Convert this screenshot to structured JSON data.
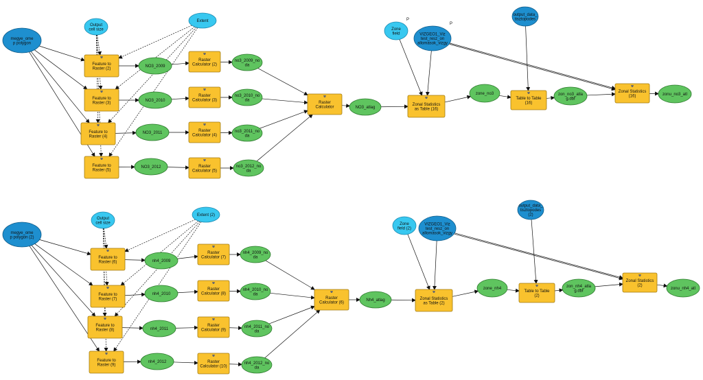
{
  "nodes": {
    "i1": {
      "label": "megye_ome\np polygon",
      "kind": "input"
    },
    "c1": {
      "label": "Output\ncell size",
      "kind": "param"
    },
    "e1": {
      "label": "Extent",
      "kind": "param"
    },
    "f1": {
      "label": "Feature to\nRaster (2)",
      "kind": "process"
    },
    "f2": {
      "label": "Feature to\nRaster (3)",
      "kind": "process"
    },
    "f3": {
      "label": "Feature to\nRaster (4)",
      "kind": "process"
    },
    "f4": {
      "label": "Feature to\nRaster (5)",
      "kind": "process"
    },
    "o1": {
      "label": "NO3_2009",
      "kind": "output"
    },
    "o2": {
      "label": "NO3_2010",
      "kind": "output"
    },
    "o3": {
      "label": "NO3_2011",
      "kind": "output"
    },
    "o4": {
      "label": "NO3_2012",
      "kind": "output"
    },
    "r1": {
      "label": "Raster\nCalculator (2)",
      "kind": "process"
    },
    "r2": {
      "label": "Raster\nCalculator (3)",
      "kind": "process"
    },
    "r3": {
      "label": "Raster\nCalculator (4)",
      "kind": "process"
    },
    "r4": {
      "label": "Raster\nCalculator (5)",
      "kind": "process"
    },
    "n1": {
      "label": "no3_2009_no\nda",
      "kind": "output"
    },
    "n2": {
      "label": "no3_2010_no\nda",
      "kind": "output"
    },
    "n3": {
      "label": "no3_2011_no\nda",
      "kind": "output"
    },
    "n4": {
      "label": "no3_2012_no\nda",
      "kind": "output"
    },
    "rc": {
      "label": "Raster\nCalculator",
      "kind": "process"
    },
    "av": {
      "label": "NO3_atlag",
      "kind": "output"
    },
    "zf": {
      "label": "Zone\nfield",
      "kind": "param"
    },
    "vz": {
      "label": "VIZGEO1_Viz\ntest_resz_on\nallomasok_vizgy",
      "kind": "input"
    },
    "zt": {
      "label": "Zonal Statistics\nas Table (16)",
      "kind": "process"
    },
    "zo": {
      "label": "zone_no3",
      "kind": "output"
    },
    "od": {
      "label": "output_data_\ntisztopodes",
      "kind": "input"
    },
    "tt": {
      "label": "Table to Table\n(16)",
      "kind": "process"
    },
    "zd": {
      "label": "zon_no3_atla\ng.dbf",
      "kind": "output"
    },
    "zs": {
      "label": "Zonal Statistics\n(16)",
      "kind": "process"
    },
    "za": {
      "label": "zonu_no3_atl",
      "kind": "output"
    },
    "I1": {
      "label": "megye_ome\np polygon (2)",
      "kind": "input"
    },
    "C1": {
      "label": "Output\ncell size",
      "kind": "param"
    },
    "E1": {
      "label": "Extent (2)",
      "kind": "param"
    },
    "F1": {
      "label": "Feature to\nRaster (6)",
      "kind": "process"
    },
    "F2": {
      "label": "Feature to\nRaster (7)",
      "kind": "process"
    },
    "F3": {
      "label": "Feature to\nRaster (8)",
      "kind": "process"
    },
    "F4": {
      "label": "Feature to\nRaster (9)",
      "kind": "process"
    },
    "O1": {
      "label": "nh4_2009",
      "kind": "output"
    },
    "O2": {
      "label": "nh4_2010",
      "kind": "output"
    },
    "O3": {
      "label": "nh4_2011",
      "kind": "output"
    },
    "O4": {
      "label": "nh4_2012",
      "kind": "output"
    },
    "R1": {
      "label": "Raster\nCalculator (7)",
      "kind": "process"
    },
    "R2": {
      "label": "Raster\nCalculator (8)",
      "kind": "process"
    },
    "R3": {
      "label": "Raster\nCalculator (9)",
      "kind": "process"
    },
    "R4": {
      "label": "Raster\nCalculator (10)",
      "kind": "process"
    },
    "N1": {
      "label": "nh4_2009_no\nda",
      "kind": "output"
    },
    "N2": {
      "label": "nh4_2010_no\nda",
      "kind": "output"
    },
    "N3": {
      "label": "nh4_2011_no\nda",
      "kind": "output"
    },
    "N4": {
      "label": "nh4_2012_no\nda",
      "kind": "output"
    },
    "RC": {
      "label": "Raster\nCalculator (6)",
      "kind": "process"
    },
    "AV": {
      "label": "Nh4_atlag",
      "kind": "output"
    },
    "ZF": {
      "label": "Zone\nfield (2)",
      "kind": "param"
    },
    "VZ": {
      "label": "VIZGEO1_Viz\ntest_resz_on\nallomasok_vizgy",
      "kind": "input"
    },
    "ZT": {
      "label": "Zonal Statistics\nas Table (2)",
      "kind": "process"
    },
    "ZO": {
      "label": "zone_nh4",
      "kind": "output"
    },
    "OD": {
      "label": "output_data_\ntisztopodes\n(2)",
      "kind": "input"
    },
    "TT": {
      "label": "Table to Table\n(2)",
      "kind": "process"
    },
    "ZD": {
      "label": "zon_nh4_atla\ng.dbf",
      "kind": "output"
    },
    "ZS": {
      "label": "Zonal Statistics\n(2)",
      "kind": "process"
    },
    "ZA": {
      "label": "zonu_nh4_atl",
      "kind": "output"
    }
  },
  "edges": [
    [
      "i1",
      "f1"
    ],
    [
      "i1",
      "f2"
    ],
    [
      "i1",
      "f3"
    ],
    [
      "i1",
      "f4"
    ],
    [
      "c1",
      "f1",
      1
    ],
    [
      "c1",
      "f2",
      1
    ],
    [
      "c1",
      "f3",
      1
    ],
    [
      "c1",
      "f4",
      1
    ],
    [
      "e1",
      "f1",
      1
    ],
    [
      "e1",
      "f2",
      1
    ],
    [
      "e1",
      "f3",
      1
    ],
    [
      "e1",
      "f4",
      1
    ],
    [
      "f1",
      "o1"
    ],
    [
      "f2",
      "o2"
    ],
    [
      "f3",
      "o3"
    ],
    [
      "f4",
      "o4"
    ],
    [
      "o1",
      "r1"
    ],
    [
      "o2",
      "r2"
    ],
    [
      "o3",
      "r3"
    ],
    [
      "o4",
      "r4"
    ],
    [
      "r1",
      "n1"
    ],
    [
      "r2",
      "n2"
    ],
    [
      "r3",
      "n3"
    ],
    [
      "r4",
      "n4"
    ],
    [
      "n1",
      "rc"
    ],
    [
      "n2",
      "rc"
    ],
    [
      "n3",
      "rc"
    ],
    [
      "n4",
      "rc"
    ],
    [
      "rc",
      "av"
    ],
    [
      "av",
      "zt"
    ],
    [
      "zf",
      "zt"
    ],
    [
      "vz",
      "zt"
    ],
    [
      "vz",
      "zs"
    ],
    [
      "vz",
      "zs"
    ],
    [
      "zt",
      "zo"
    ],
    [
      "zo",
      "tt"
    ],
    [
      "od",
      "tt"
    ],
    [
      "tt",
      "zd"
    ],
    [
      "zd",
      "zs"
    ],
    [
      "zs",
      "za"
    ],
    [
      "I1",
      "F1"
    ],
    [
      "I1",
      "F2"
    ],
    [
      "I1",
      "F3"
    ],
    [
      "I1",
      "F4"
    ],
    [
      "C1",
      "F1",
      1
    ],
    [
      "C1",
      "F2",
      1
    ],
    [
      "C1",
      "F3",
      1
    ],
    [
      "C1",
      "F4",
      1
    ],
    [
      "E1",
      "F1",
      1
    ],
    [
      "E1",
      "F2",
      1
    ],
    [
      "E1",
      "F3",
      1
    ],
    [
      "E1",
      "F4",
      1
    ],
    [
      "F1",
      "O1"
    ],
    [
      "F2",
      "O2"
    ],
    [
      "F3",
      "O3"
    ],
    [
      "F4",
      "O4"
    ],
    [
      "O1",
      "R1"
    ],
    [
      "O2",
      "R2"
    ],
    [
      "O3",
      "R3"
    ],
    [
      "O4",
      "R4"
    ],
    [
      "R1",
      "N1"
    ],
    [
      "R2",
      "N2"
    ],
    [
      "R3",
      "N3"
    ],
    [
      "R4",
      "N4"
    ],
    [
      "N1",
      "RC"
    ],
    [
      "N2",
      "RC"
    ],
    [
      "N3",
      "RC"
    ],
    [
      "N4",
      "RC"
    ],
    [
      "RC",
      "AV"
    ],
    [
      "AV",
      "ZT"
    ],
    [
      "ZF",
      "ZT"
    ],
    [
      "VZ",
      "ZT"
    ],
    [
      "VZ",
      "ZS"
    ],
    [
      "VZ",
      "ZS"
    ],
    [
      "ZT",
      "ZO"
    ],
    [
      "ZO",
      "TT"
    ],
    [
      "OD",
      "TT"
    ],
    [
      "TT",
      "ZD"
    ],
    [
      "ZD",
      "ZS"
    ],
    [
      "ZS",
      "ZA"
    ]
  ],
  "param_marks": [
    {
      "target": "zf",
      "label": "P"
    },
    {
      "target": "vz",
      "label": "P"
    }
  ]
}
